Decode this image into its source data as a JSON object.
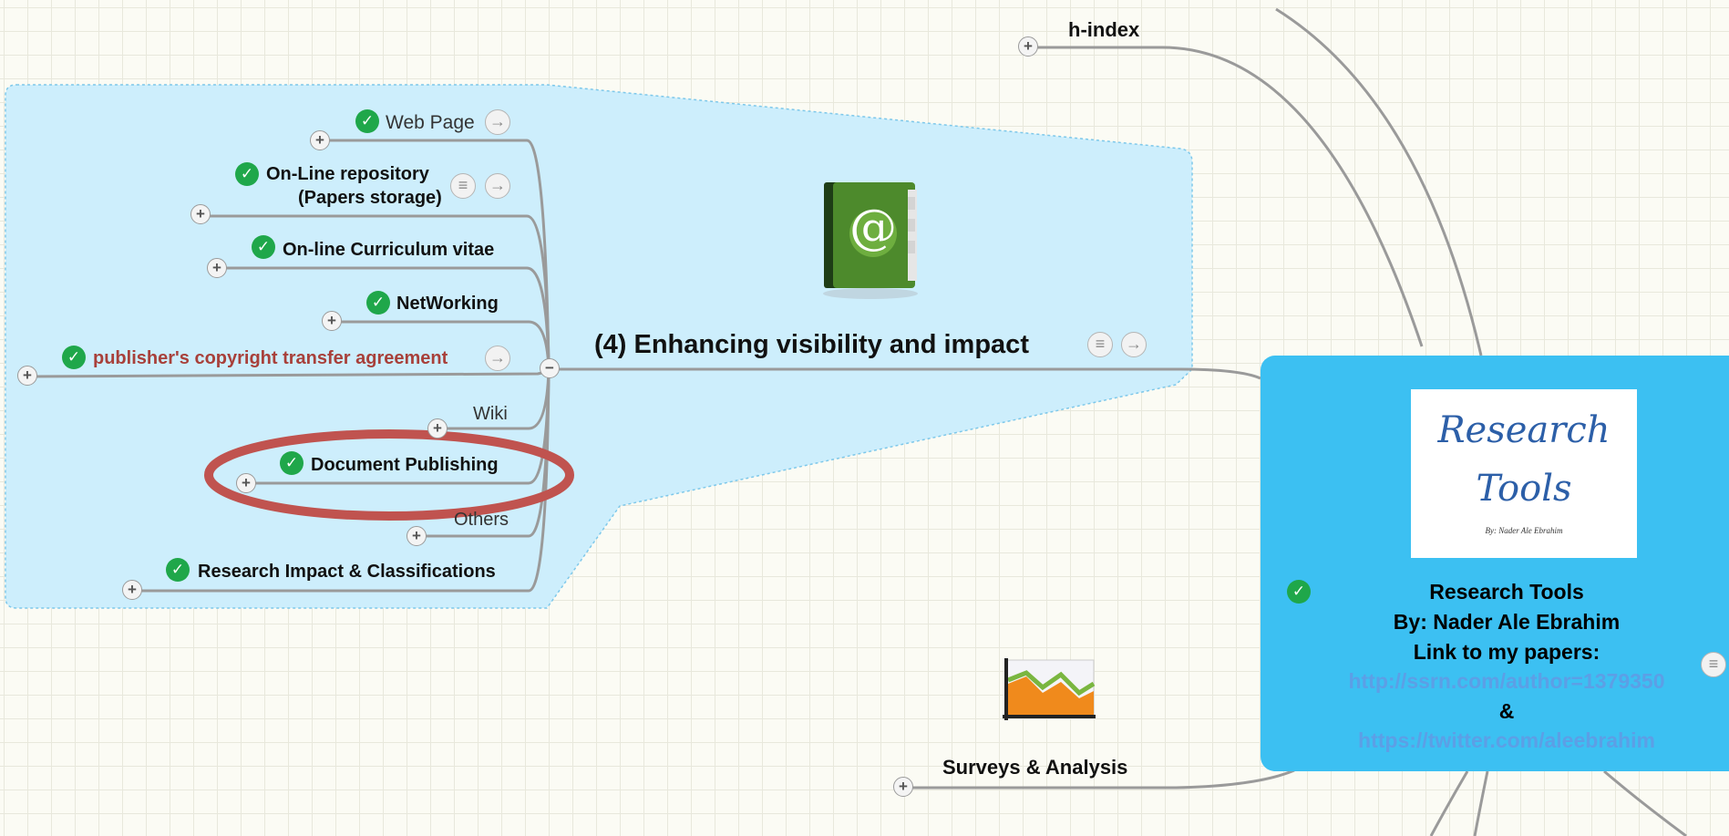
{
  "topics": {
    "h_index": "h-index",
    "main_branch": "(4) Enhancing visibility and impact",
    "surveys": "Surveys & Analysis"
  },
  "subtopics": {
    "web_page": "Web Page",
    "online_repository_line1": "On-Line repository",
    "online_repository_line2": "(Papers storage)",
    "online_cv": "On-line Curriculum vitae",
    "networking": "NetWorking",
    "copyright": "publisher's copyright transfer agreement",
    "wiki": "Wiki",
    "document_publishing": "Document Publishing",
    "others": "Others",
    "research_impact": "Research Impact & Classifications"
  },
  "central": {
    "image_title_line1": "Research",
    "image_title_line2": "Tools",
    "image_byline": "By: Nader Ale Ebrahim",
    "title": "Research Tools",
    "author": "By: Nader Ale Ebrahim",
    "link_intro": "Link to my papers:",
    "link1": "http://ssrn.com/author=1379350",
    "amp": "&",
    "link2": "https://twitter.com/aleebrahim"
  },
  "icons": {
    "check": "✓",
    "expand": "+",
    "collapse": "−",
    "notes": "≡",
    "arrow": "→",
    "book": "@"
  },
  "colors": {
    "boundary_fill": "#cdeefc",
    "central_fill": "#3cc0f2",
    "highlight_ellipse": "#c0534f",
    "check_green": "#1fa74a",
    "link_blue": "#5c9fe6",
    "copyright_red": "#a8403a"
  }
}
